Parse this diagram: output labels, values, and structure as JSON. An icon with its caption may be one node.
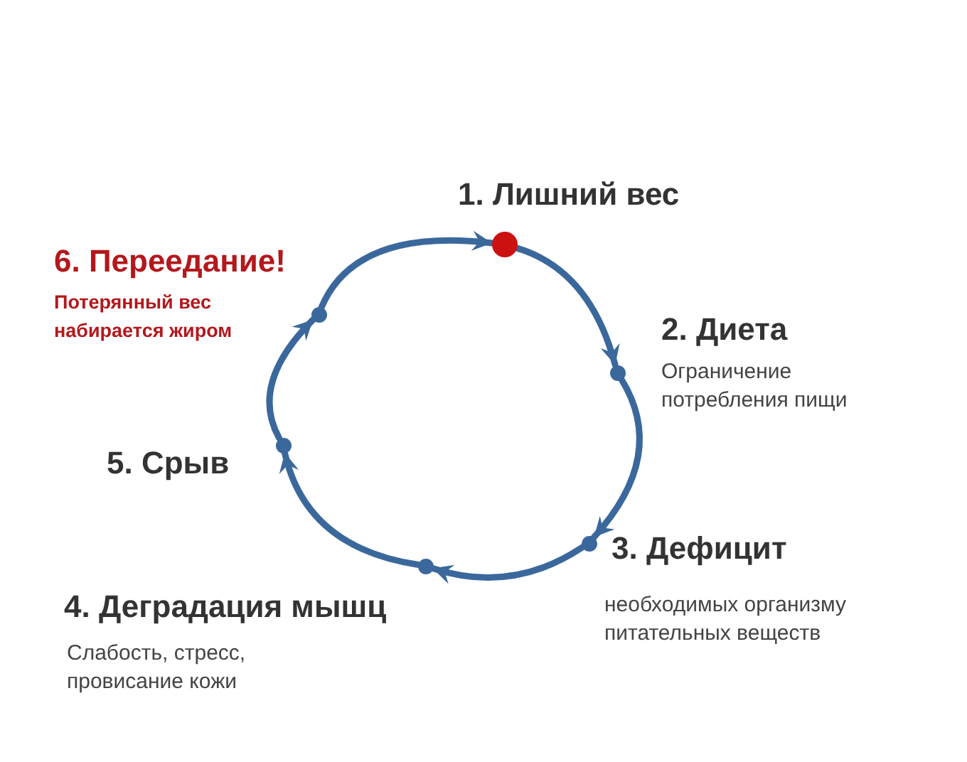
{
  "diagram": {
    "nodes": [
      {
        "text": [],
        "shape": "circle",
        "beside": [
          "1. Лишний вес"
        ]
      },
      {
        "text": [],
        "shape": "circle",
        "beside": [
          "2. Диета",
          "Ограничение потребления пищи"
        ]
      },
      {
        "text": [],
        "shape": "circle",
        "beside": [
          "3. Дефицит",
          "необходимых организму питательных веществ"
        ]
      },
      {
        "text": [],
        "shape": "circle",
        "beside": [
          "4. Деградация мышц",
          "Слабость, стресс, провисание кожи"
        ]
      },
      {
        "text": [],
        "shape": "circle",
        "beside": [
          "5. Срыв"
        ]
      },
      {
        "text": [],
        "shape": "circle",
        "beside": [
          "6. Переедание!",
          "Потерянный вес набирается жиром"
        ]
      }
    ],
    "edges": [
      {
        "from": 0,
        "to": 1,
        "arrow": "to"
      },
      {
        "from": 1,
        "to": 2,
        "arrow": "to"
      },
      {
        "from": 2,
        "to": 3,
        "arrow": "to"
      },
      {
        "from": 3,
        "to": 4,
        "arrow": "to"
      },
      {
        "from": 4,
        "to": 5,
        "arrow": "to"
      },
      {
        "from": 5,
        "to": 0,
        "arrow": "to"
      }
    ]
  }
}
